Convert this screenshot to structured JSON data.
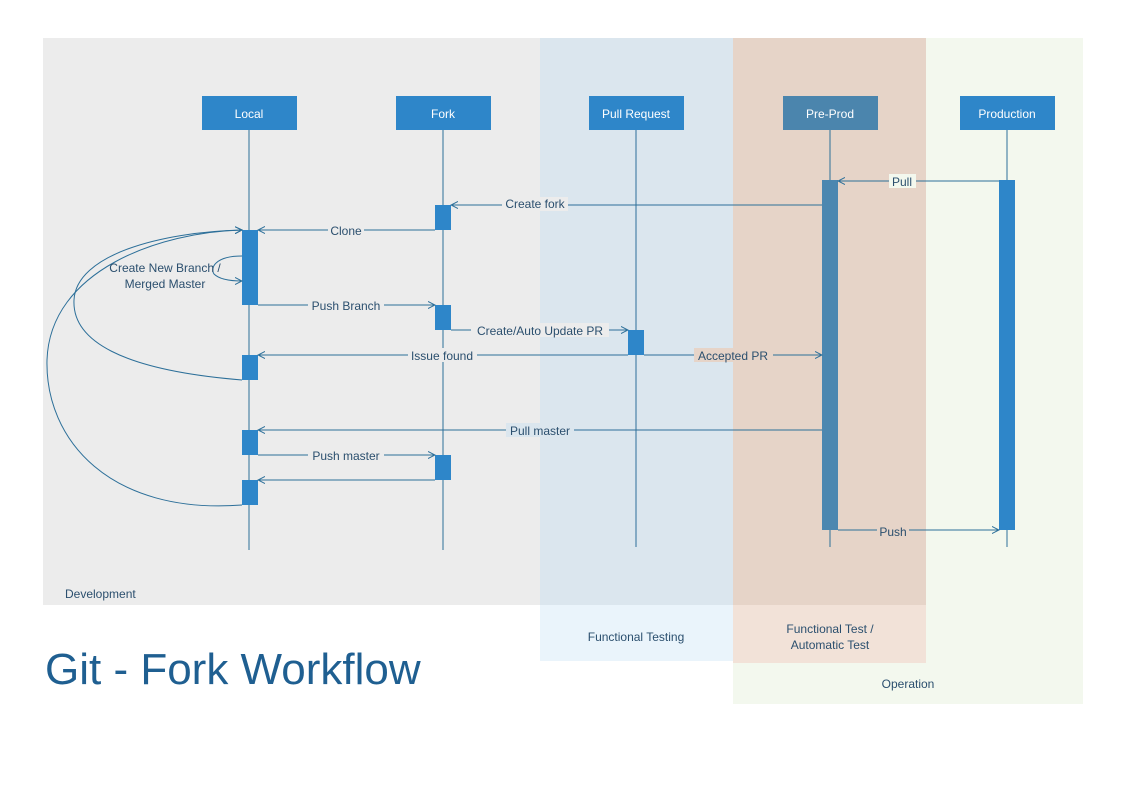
{
  "title": "Git - Fork Workflow",
  "colors": {
    "header": "#2e86c9",
    "header_dark": "#4b85ad",
    "activation": "#2e86c9",
    "activation_dark": "#4c87b0",
    "line": "#2c6f99",
    "text": "#2b4f6e",
    "title": "#1f5f91",
    "zone_development": "#ececec",
    "zone_functional_testing": "#dbe6ee",
    "zone_functional_testing_light": "#eaf4fb",
    "zone_functional_test": "#e6d4c8",
    "zone_functional_test_light": "#f2e2d8",
    "zone_operation": "#f3f8ee"
  },
  "zones": {
    "development": "Development",
    "functional_testing": "Functional Testing",
    "functional_test": [
      "Functional Test /",
      "Automatic Test"
    ],
    "operation": "Operation"
  },
  "lifelines": {
    "local": "Local",
    "fork": "Fork",
    "pull_request": "Pull Request",
    "pre_prod": "Pre-Prod",
    "production": "Production"
  },
  "messages": {
    "pull": "Pull",
    "create_fork": "Create fork",
    "clone": "Clone",
    "create_new_branch": [
      "Create New Branch /",
      "Merged Master"
    ],
    "push_branch": "Push Branch",
    "create_update_pr": "Create/Auto Update PR",
    "issue_found": "Issue found",
    "accepted_pr": "Accepted PR",
    "pull_master": "Pull master",
    "push_master": "Push master",
    "push": "Push"
  }
}
